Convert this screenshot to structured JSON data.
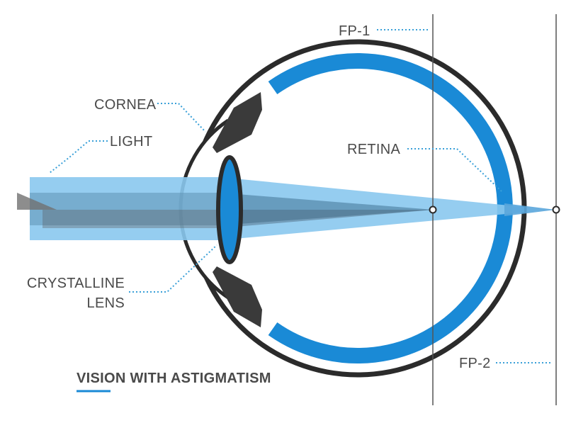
{
  "labels": {
    "fp1": "FP-1",
    "fp2": "FP-2",
    "cornea": "CORNEA",
    "light": "LIGHT",
    "retina": "RETINA",
    "lens_line1": "CRYSTALLINE",
    "lens_line2": "LENS",
    "title": "VISION WITH ASTIGMATISM"
  },
  "colors": {
    "sclera_blue": "#1a8ad6",
    "outline_dark": "#2b2b2b",
    "light_beam": "#8ac8ee",
    "leader_blue": "#3aa0d8",
    "text_gray": "#4a4a4a"
  }
}
